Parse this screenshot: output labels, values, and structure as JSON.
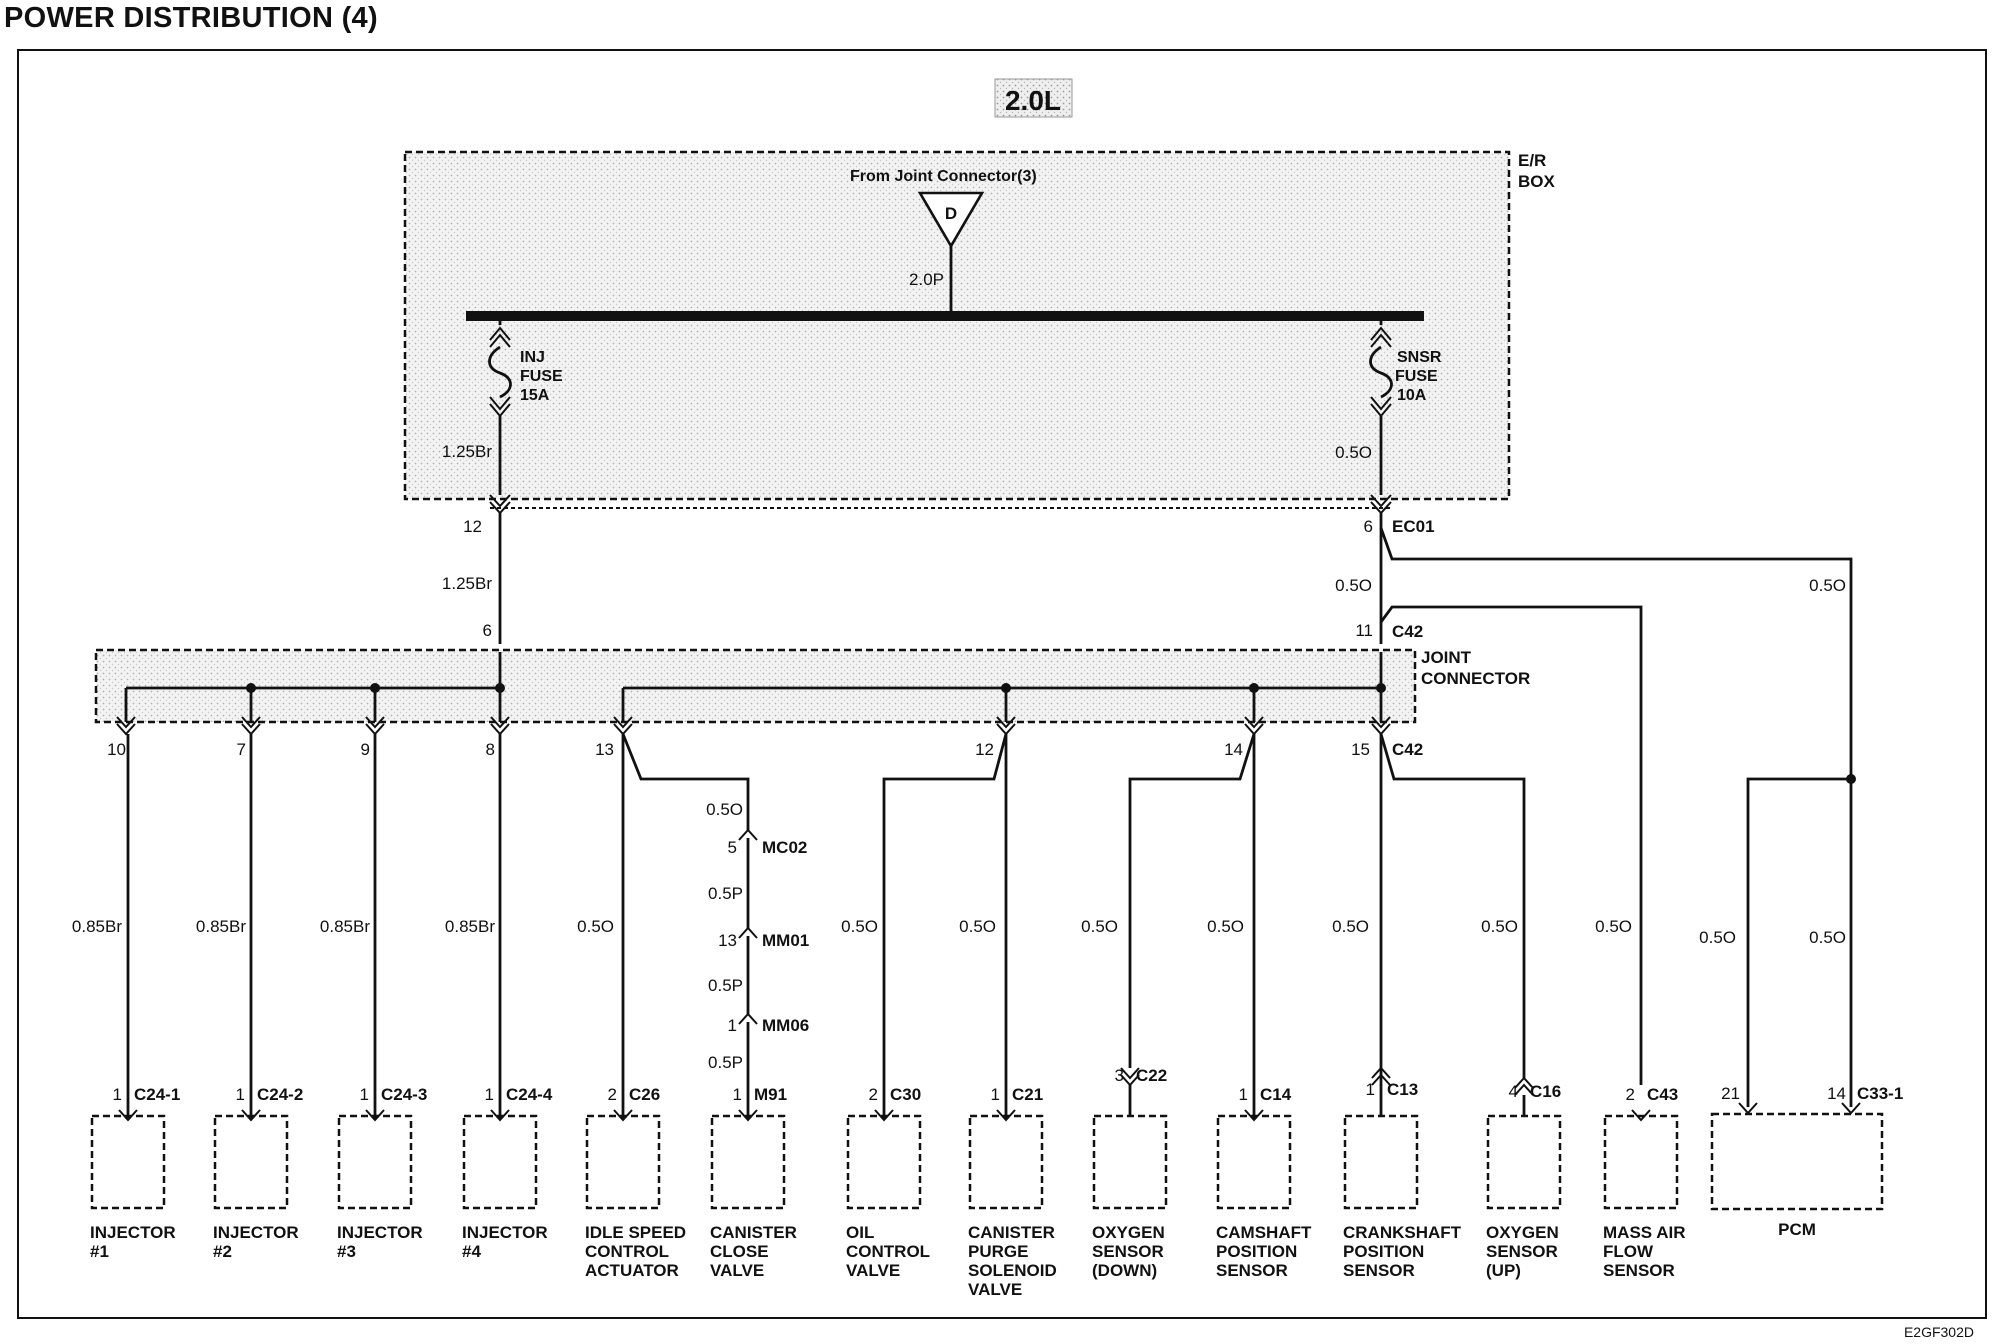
{
  "title": "POWER DISTRIBUTION (4)",
  "figure_code": "E2GF302D",
  "engine_badge": "2.0L",
  "er_box": {
    "label_line1": "E/R",
    "label_line2": "BOX",
    "source_text": "From Joint Connector(3)",
    "source_letter": "D",
    "source_wire": "2.0P",
    "inj_fuse": [
      "INJ",
      "FUSE",
      "15A"
    ],
    "snsr_fuse": [
      "SNSR",
      "FUSE",
      "10A"
    ],
    "left_wire": "1.25Br",
    "right_wire": "0.5O"
  },
  "ec01": {
    "name": "EC01",
    "pin_left": "12",
    "pin_right": "6"
  },
  "upper_wires": {
    "left": "1.25Br",
    "right": "0.5O",
    "pcm_branch": "0.5O"
  },
  "joint": {
    "name_line1": "JOINT",
    "name_line2": "CONNECTOR",
    "conn_top": "C42",
    "conn_bottom": "C42",
    "pin_in_left": "6",
    "pin_in_right": "11",
    "pins_out": [
      "10",
      "7",
      "9",
      "8",
      "13",
      "12",
      "14",
      "15"
    ]
  },
  "mid_connectors": {
    "wire_a": "0.5O",
    "mc02_pin": "5",
    "mc02": "MC02",
    "wire_b": "0.5P",
    "mm01_pin": "13",
    "mm01": "MM01",
    "wire_c": "0.5P",
    "mm06_pin": "1",
    "mm06": "MM06",
    "wire_d": "0.5P"
  },
  "loads": [
    {
      "wire": "0.85Br",
      "pin": "1",
      "connector": "C24-1",
      "label": [
        "INJECTOR",
        "#1"
      ]
    },
    {
      "wire": "0.85Br",
      "pin": "1",
      "connector": "C24-2",
      "label": [
        "INJECTOR",
        "#2"
      ]
    },
    {
      "wire": "0.85Br",
      "pin": "1",
      "connector": "C24-3",
      "label": [
        "INJECTOR",
        "#3"
      ]
    },
    {
      "wire": "0.85Br",
      "pin": "1",
      "connector": "C24-4",
      "label": [
        "INJECTOR",
        "#4"
      ]
    },
    {
      "wire": "0.5O",
      "pin": "2",
      "connector": "C26",
      "label": [
        "IDLE SPEED",
        "CONTROL",
        "ACTUATOR"
      ]
    },
    {
      "wire": "",
      "pin": "1",
      "connector": "M91",
      "label": [
        "CANISTER",
        "CLOSE",
        "VALVE"
      ]
    },
    {
      "wire": "0.5O",
      "pin": "2",
      "connector": "C30",
      "label": [
        "OIL",
        "CONTROL",
        "VALVE"
      ]
    },
    {
      "wire": "0.5O",
      "pin": "1",
      "connector": "C21",
      "label": [
        "CANISTER",
        "PURGE",
        "SOLENOID",
        "VALVE"
      ]
    },
    {
      "wire": "0.5O",
      "pin": "3",
      "connector": "C22",
      "label": [
        "OXYGEN",
        "SENSOR",
        "(DOWN)"
      ]
    },
    {
      "wire": "0.5O",
      "pin": "1",
      "connector": "C14",
      "label": [
        "CAMSHAFT",
        "POSITION",
        "SENSOR"
      ]
    },
    {
      "wire": "0.5O",
      "pin": "1",
      "connector": "C13",
      "label": [
        "CRANKSHAFT",
        "POSITION",
        "SENSOR"
      ]
    },
    {
      "wire": "0.5O",
      "pin": "4",
      "connector": "C16",
      "label": [
        "OXYGEN",
        "SENSOR",
        "(UP)"
      ]
    },
    {
      "wire": "0.5O",
      "pin": "2",
      "connector": "C43",
      "label": [
        "MASS AIR",
        "FLOW",
        "SENSOR"
      ]
    }
  ],
  "pcm": {
    "wire_left": "0.5O",
    "wire_right": "0.5O",
    "pin_left": "21",
    "pin_right": "14",
    "connector": "C33-1",
    "label": "PCM"
  }
}
